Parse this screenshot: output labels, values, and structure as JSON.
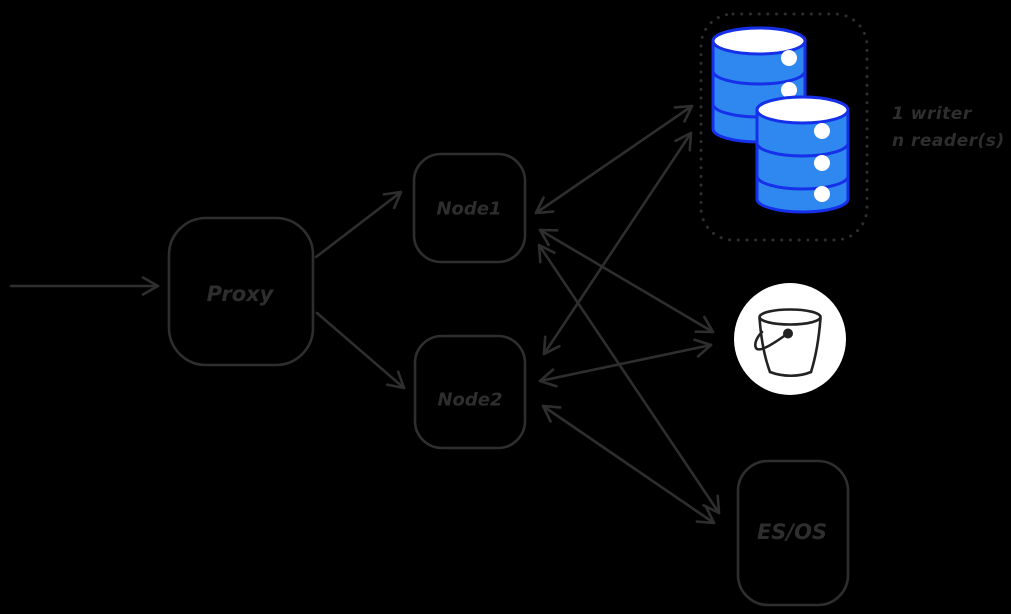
{
  "app": {
    "name": "cluster-architecture-diagram",
    "style": "hand-drawn whiteboard sketch",
    "background": "#000000"
  },
  "colors": {
    "line": "#2e2e2e",
    "label_text": "#2e2e2e",
    "database_fill": "#2f88f0",
    "database_stroke": "#1530e8",
    "database_top": "#ffffff",
    "bucket_background": "#ffffff",
    "bucket_line": "#222222"
  },
  "nodes": {
    "proxy": {
      "label": "Proxy",
      "shape": "rounded-rectangle"
    },
    "node1": {
      "label": "Node1",
      "shape": "rounded-rectangle"
    },
    "node2": {
      "label": "Node2",
      "shape": "rounded-rectangle"
    },
    "db_cluster": {
      "icon": "database-cylinders-icon",
      "border": "dotted-rounded-rectangle",
      "cylinder_count": 2,
      "annotation": {
        "line1": "1 writer",
        "line2": "n reader(s)"
      }
    },
    "bucket": {
      "icon": "bucket-icon",
      "shape": "circle"
    },
    "es_os": {
      "label": "ES/OS",
      "shape": "rounded-rectangle"
    }
  },
  "edges": [
    {
      "from": "external",
      "to": "proxy",
      "arrows": "end"
    },
    {
      "from": "proxy",
      "to": "node1",
      "arrows": "end"
    },
    {
      "from": "proxy",
      "to": "node2",
      "arrows": "end"
    },
    {
      "from": "node1",
      "to": "db_cluster",
      "arrows": "both"
    },
    {
      "from": "node2",
      "to": "db_cluster",
      "arrows": "both"
    },
    {
      "from": "node1",
      "to": "bucket",
      "arrows": "both"
    },
    {
      "from": "node2",
      "to": "bucket",
      "arrows": "both"
    },
    {
      "from": "node1",
      "to": "es_os",
      "arrows": "both"
    },
    {
      "from": "node2",
      "to": "es_os",
      "arrows": "both"
    }
  ]
}
